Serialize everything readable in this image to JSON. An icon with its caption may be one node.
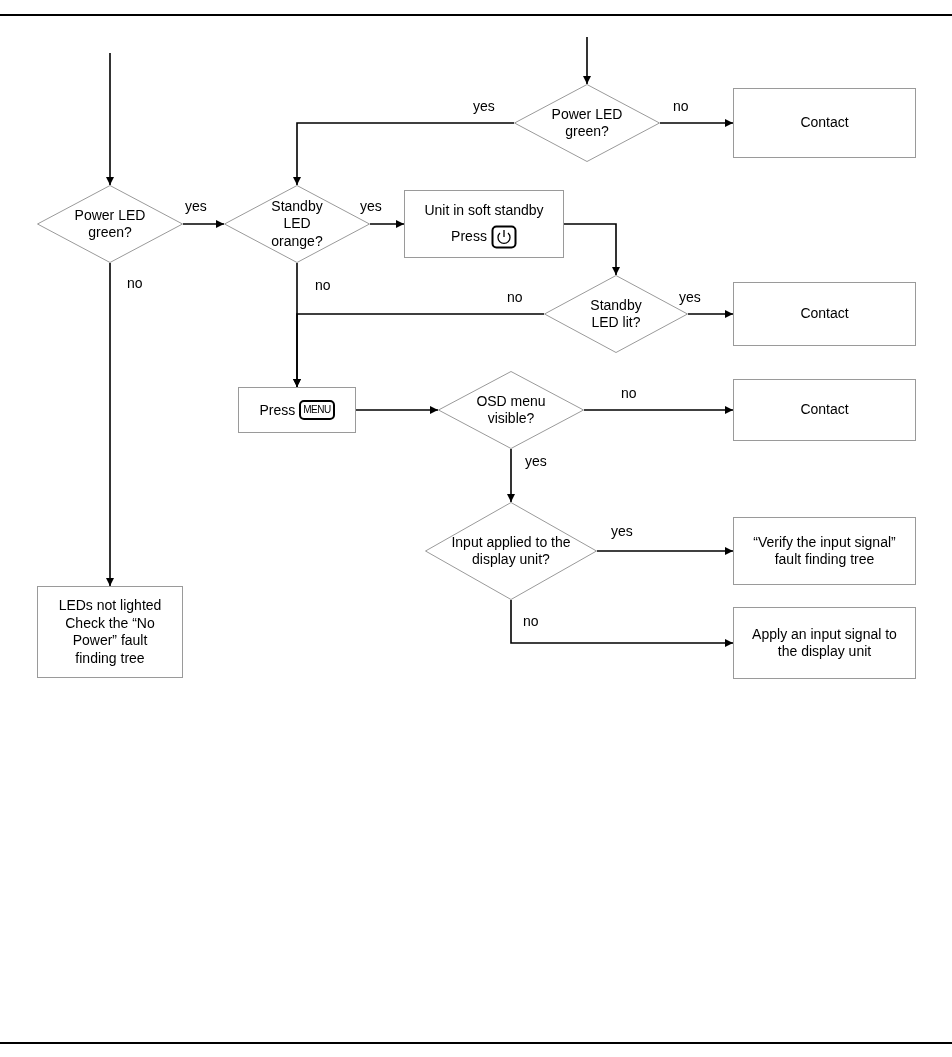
{
  "diagram": {
    "nodes": [
      {
        "text": [
          "Power LED green?"
        ]
      },
      {
        "text": [
          "Standby LED orange?"
        ]
      },
      {
        "text": [
          "Unit in soft standby",
          "Press"
        ]
      },
      {
        "text": [
          "Power LED green?"
        ]
      },
      {
        "text": [
          "Contact"
        ]
      },
      {
        "text": [
          "Standby LED lit?"
        ]
      },
      {
        "text": [
          "Contact"
        ]
      },
      {
        "text": [
          "Press",
          "MENU"
        ]
      },
      {
        "text": [
          "OSD menu visible?"
        ]
      },
      {
        "text": [
          "Contact"
        ]
      },
      {
        "text": [
          "Input applied to the display unit?"
        ]
      },
      {
        "text": [
          "“Verify the input signal” fault finding tree"
        ]
      },
      {
        "text": [
          "Apply an input signal to the display unit"
        ]
      },
      {
        "text": [
          "LEDs not lighted Check the “No Power” fault finding tree"
        ]
      }
    ],
    "edges": [
      {
        "from": null,
        "to": 0,
        "arrow": "to"
      },
      {
        "from": null,
        "to": 3,
        "arrow": "to"
      },
      {
        "from": 0,
        "to": 1,
        "arrow": "to",
        "label": "yes"
      },
      {
        "from": 1,
        "to": 2,
        "arrow": "to",
        "label": "yes"
      },
      {
        "from": 3,
        "to": 1,
        "arrow": "to",
        "label": "yes"
      },
      {
        "from": 3,
        "to": 4,
        "arrow": "to",
        "label": "no"
      },
      {
        "from": 2,
        "to": 5,
        "arrow": "to"
      },
      {
        "from": 5,
        "to": 6,
        "arrow": "to",
        "label": "yes"
      },
      {
        "from": 5,
        "to": 7,
        "arrow": "to",
        "label": "no"
      },
      {
        "from": 1,
        "to": 7,
        "arrow": "to",
        "label": "no"
      },
      {
        "from": 7,
        "to": 8,
        "arrow": "to"
      },
      {
        "from": 8,
        "to": 9,
        "arrow": "to",
        "label": "no"
      },
      {
        "from": 8,
        "to": 10,
        "arrow": "to",
        "label": "yes"
      },
      {
        "from": 10,
        "to": 11,
        "arrow": "to",
        "label": "yes"
      },
      {
        "from": 10,
        "to": 12,
        "arrow": "to",
        "label": "no"
      },
      {
        "from": 0,
        "to": 13,
        "arrow": "to",
        "label": "no"
      }
    ]
  }
}
